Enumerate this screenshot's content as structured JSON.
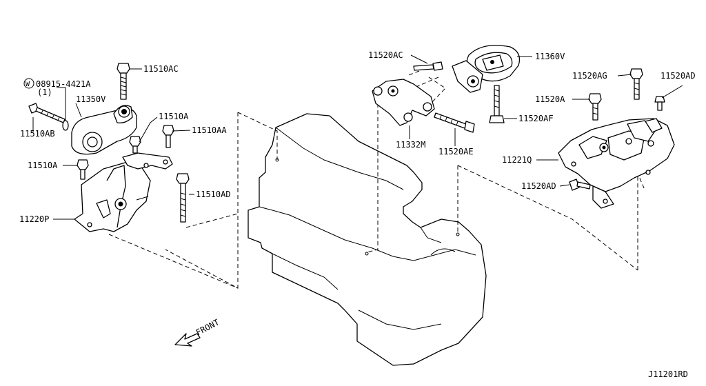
{
  "diagram_id": "J11201RD",
  "front_label": "FRONT",
  "washer_symbol": "W",
  "labels": {
    "p11510AC_left": "11510AC",
    "p08915": "08915-4421A",
    "p08915_qty": "(1)",
    "p11350V": "11350V",
    "p11510AB": "11510AB",
    "p11510A": "11510A",
    "p11510AA": "11510AA",
    "p11510A_lower": "11510A",
    "p11510AD": "11510AD",
    "p11220P": "11220P",
    "p11520AC": "11520AC",
    "p11360V": "11360V",
    "p11332M": "11332M",
    "p11520AE": "11520AE",
    "p11520AF": "11520AF",
    "p11520AG": "11520AG",
    "p11520AD_top": "11520AD",
    "p11520A": "11520A",
    "p11221Q": "11221Q",
    "p11520AD_lower": "11520AD"
  }
}
